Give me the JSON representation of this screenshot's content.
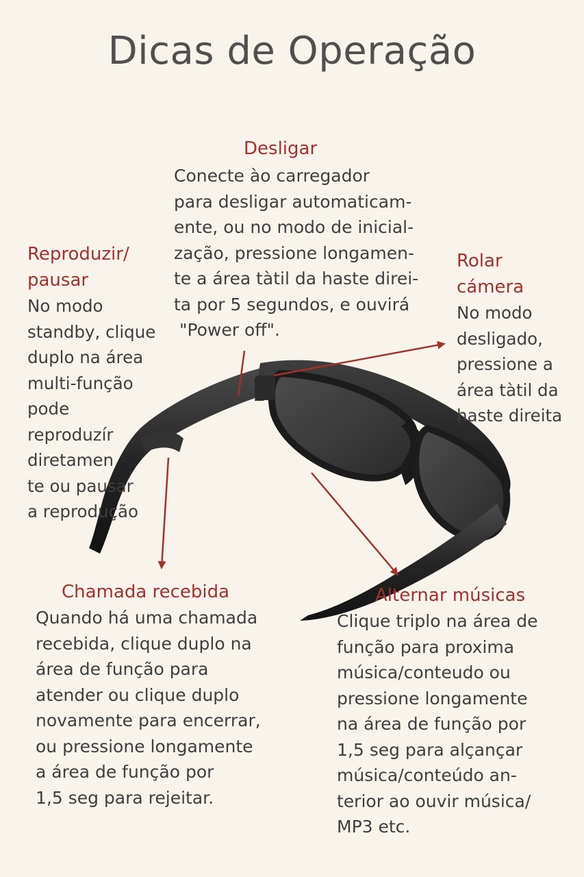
{
  "title": "Dicas de Operação",
  "sections": {
    "desligar": {
      "heading": "Desligar",
      "lines": [
        "Conecte ào carregador",
        "para desligar automaticam-",
        "ente, ou no modo de inicial-",
        "zação, pressione longamen-",
        "te a área tàtil da haste direi-",
        "ta por 5 segundos, e ouvirá",
        " \"Power off\"."
      ]
    },
    "reproduzir": {
      "heading_lines": [
        "Reproduzir/",
        "pausar"
      ],
      "lines": [
        "No modo",
        "standby, clique",
        "duplo na área",
        "multi-função",
        "pode",
        "reproduzír",
        "diretamen",
        "te ou pausar",
        "a reprodução"
      ]
    },
    "rolar": {
      "heading_lines": [
        "Rolar",
        "cámera"
      ],
      "lines": [
        "No modo",
        "desligado,",
        "pressione a",
        "área tàtil da",
        "haste direita"
      ]
    },
    "chamada": {
      "heading": "Chamada recebida",
      "lines": [
        "Quando há uma chamada",
        "recebida, clique duplo na",
        "área de função para",
        "atender ou clique duplo",
        "novamente para encerrar,",
        "ou pressione longamente",
        "a área de função por",
        "1,5 seg para rejeitar."
      ]
    },
    "alternar": {
      "heading": "Alternar músicas",
      "lines": [
        "Clique triplo na área de",
        "função para proxima",
        "música/conteudo ou",
        "pressione longamente",
        "na área de função por",
        "1,5 seg para alçançar",
        "música/conteúdo an-",
        "terior ao ouvir música/",
        "MP3 etc."
      ]
    }
  },
  "colors": {
    "background": "#f8f4ec",
    "heading": "#a4312b",
    "body_text": "#3f3f3f",
    "title": "#505050",
    "arrow": "#a4312b"
  }
}
